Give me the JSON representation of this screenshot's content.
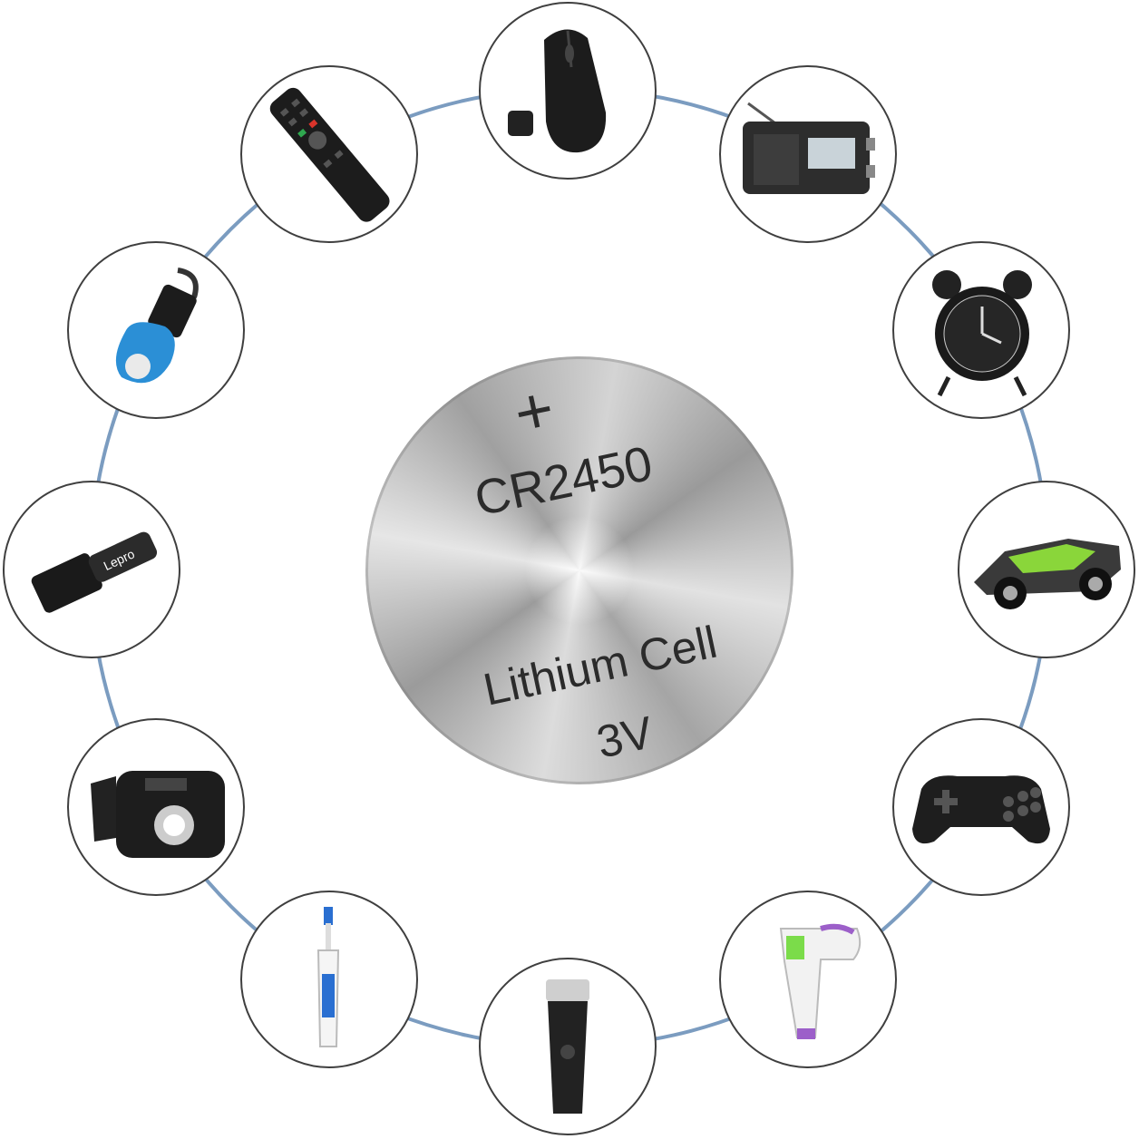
{
  "battery": {
    "polarity_symbol": "+",
    "model": "CR2450",
    "chemistry": "Lithium Cell",
    "voltage": "3V"
  },
  "devices": [
    {
      "name": "wireless-mouse"
    },
    {
      "name": "portable-radio"
    },
    {
      "name": "alarm-clock"
    },
    {
      "name": "rc-car"
    },
    {
      "name": "game-controller"
    },
    {
      "name": "infrared-thermometer"
    },
    {
      "name": "electric-shaver"
    },
    {
      "name": "electric-toothbrush"
    },
    {
      "name": "headlamp"
    },
    {
      "name": "flashlight",
      "brand_text": "Lepro"
    },
    {
      "name": "camping-lantern"
    },
    {
      "name": "tv-remote"
    }
  ],
  "colors": {
    "ring": "#7b9cc0",
    "border": "#3f3f3f"
  }
}
